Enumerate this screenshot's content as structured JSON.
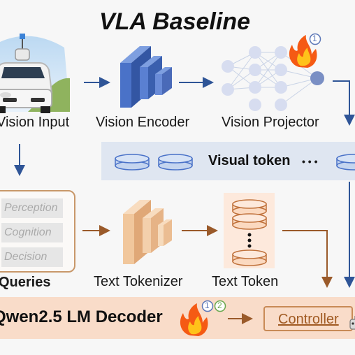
{
  "title": "VLA Baseline",
  "blocks": {
    "vision_input": "Vision Input",
    "vision_encoder": "Vision Encoder",
    "vision_projector": "Vision Projector",
    "queries": "Queries",
    "text_tokenizer": "Text Tokenizer",
    "text_token": "Text Token"
  },
  "visual_token": {
    "label": "Visual token",
    "ellipsis": "• • •"
  },
  "query_items": [
    "Perception",
    "Cognition",
    "Decision"
  ],
  "decoder": {
    "label": "Qwen2.5 LM Decoder"
  },
  "controller": {
    "label": "Controller"
  },
  "badges": {
    "one": "1",
    "two": "2"
  },
  "icons": [
    "car-icon",
    "flame-icon",
    "neural-network-icon",
    "database-icon",
    "robot-icon"
  ],
  "colors": {
    "arrow_blue": "#2f5597",
    "arrow_brown": "#9a5a2a",
    "encoder_blue": "#4a72c8",
    "tokenizer_orange": "#f1c79c",
    "token_band": "#dfe6f1",
    "decoder_band": "#f9dcc9"
  }
}
